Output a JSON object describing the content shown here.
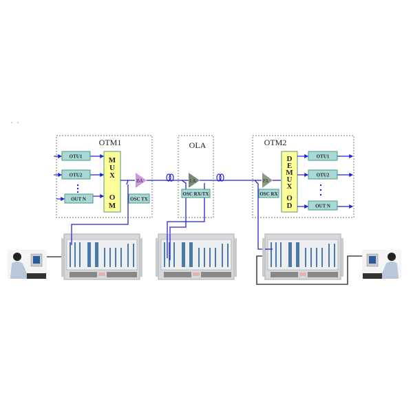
{
  "otm1": {
    "title": "OTM1",
    "otu1": "OTU1",
    "otu2": "OTU2",
    "outn": "OUT N",
    "mux": [
      "M",
      "U",
      "X"
    ],
    "om": [
      "O",
      "M"
    ],
    "amp": "BA",
    "osc": "OSC TX"
  },
  "ola": {
    "title": "OLA",
    "amp": "LA",
    "osc": "OSC RX/TX"
  },
  "otm2": {
    "title": "OTM2",
    "otu1": "OTU1",
    "otu2": "OTU2",
    "outn": "OUT N",
    "demux": [
      "D",
      "E",
      "M",
      "U",
      "X"
    ],
    "od": [
      "O",
      "D"
    ],
    "amp": "PA",
    "osc": "OSC RX"
  },
  "colors": {
    "signal": "#2222dd",
    "box_fill": "#a9d8d8",
    "box_border": "#4a9a7a",
    "mux_fill": "#ffff99",
    "ba": "#cc99dd",
    "la": "#7a8a7a",
    "pa": "#8a9a8a",
    "cable": "#444444"
  }
}
